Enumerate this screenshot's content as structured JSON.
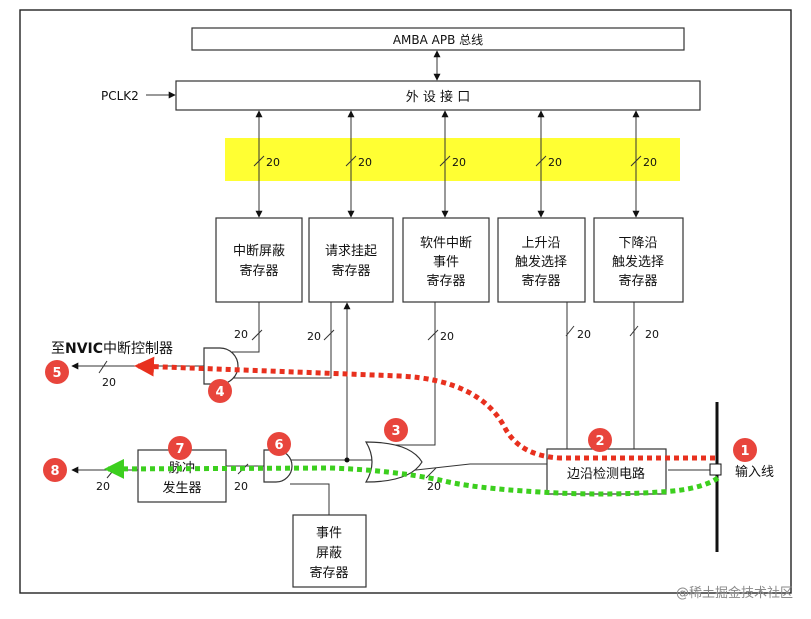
{
  "bus": {
    "label": "AMBA APB 总线"
  },
  "clock": {
    "label": "PCLK2"
  },
  "interface": {
    "label": "外 设 接 口"
  },
  "bus_width": "20",
  "registers": [
    {
      "line1": "中断屏蔽",
      "line2": "寄存器"
    },
    {
      "line1": "请求挂起",
      "line2": "寄存器"
    },
    {
      "line1": "软件中断",
      "line2": "事件",
      "line3": "寄存器"
    },
    {
      "line1": "上升沿",
      "line2": "触发选择",
      "line3": "寄存器"
    },
    {
      "line1": "下降沿",
      "line2": "触发选择",
      "line3": "寄存器"
    }
  ],
  "edge_detect": {
    "label": "边沿检测电路"
  },
  "pulse_gen": {
    "line1": "脉冲",
    "line2": "发生器"
  },
  "event_mask": {
    "line1": "事件",
    "line2": "屏蔽",
    "line3": "寄存器"
  },
  "nvic": {
    "prefix": "至",
    "bold": "NVIC",
    "suffix": "中断控制器"
  },
  "input_line": {
    "label": "输入线"
  },
  "markers": [
    "1",
    "2",
    "3",
    "4",
    "5",
    "6",
    "7",
    "8"
  ],
  "colors": {
    "highlight": "#ffff33",
    "red_path": "#e8301e",
    "green_path": "#3ccf1e",
    "marker": "#e8453c"
  },
  "watermark": "@稀土掘金技术社区"
}
